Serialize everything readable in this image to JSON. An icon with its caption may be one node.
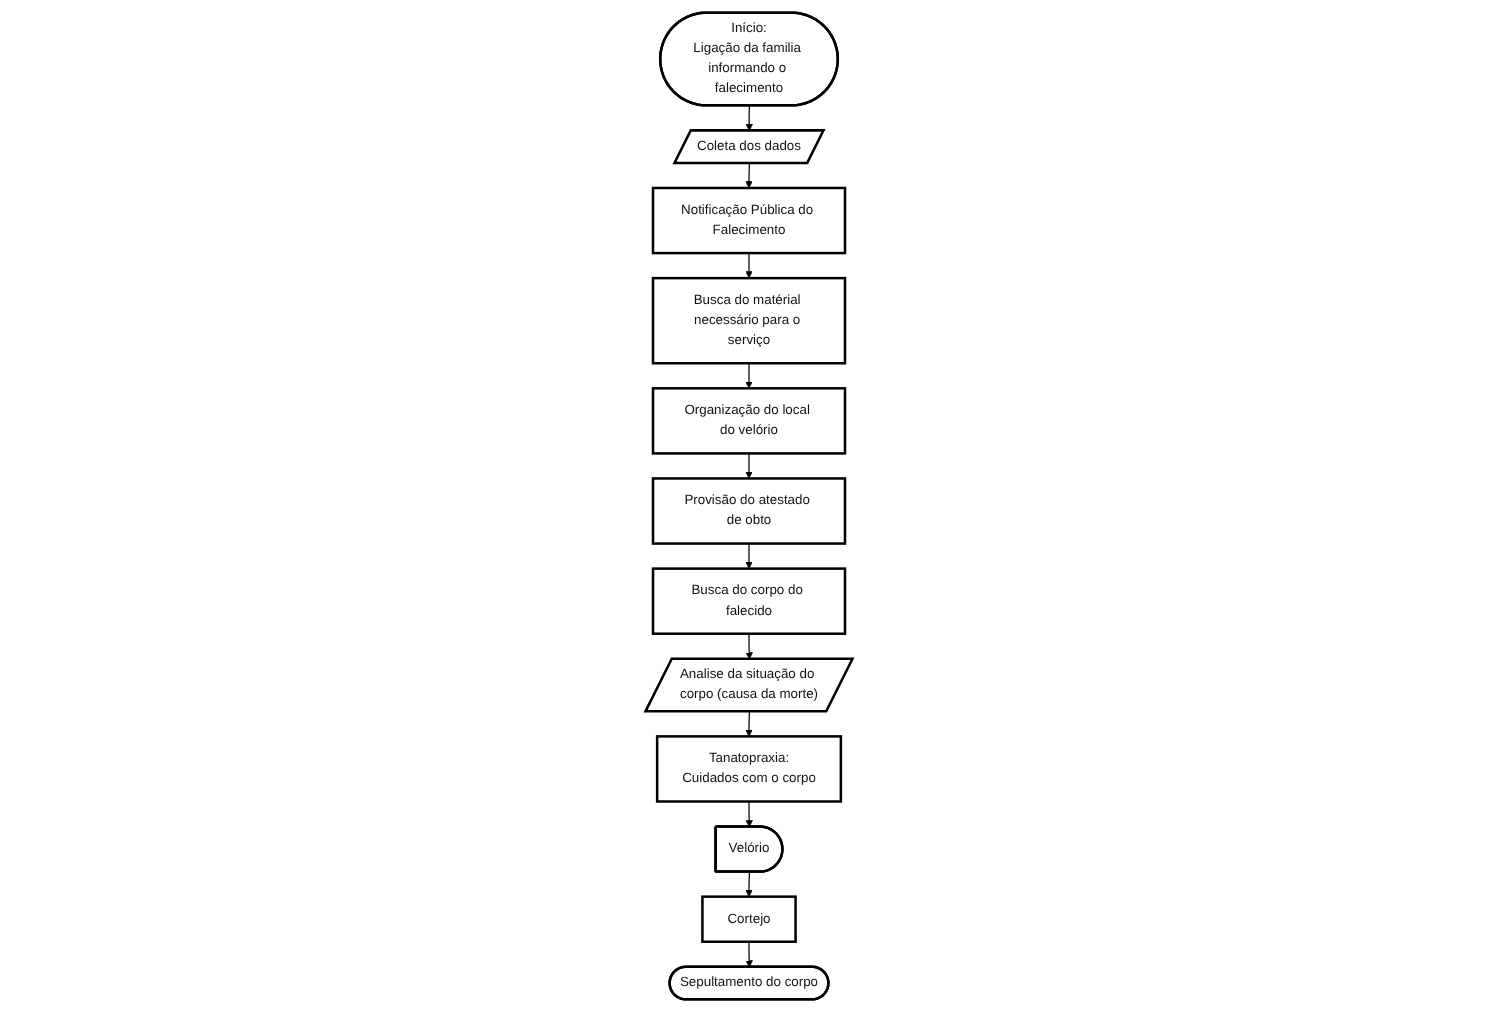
{
  "diagram": {
    "nodes": [
      {
        "text": [
          "Início:",
          "Ligação da familia informando o falecimento"
        ]
      },
      {
        "text": [
          "Coleta dos dados"
        ]
      },
      {
        "text": [
          "Notificação Pública do Falecimento"
        ]
      },
      {
        "text": [
          "Busca do matérial necessário para o serviço"
        ]
      },
      {
        "text": [
          "Organização do local do velório"
        ]
      },
      {
        "text": [
          "Provisão do atestado de obto"
        ]
      },
      {
        "text": [
          "Busca do corpo do falecido"
        ]
      },
      {
        "text": [
          "Analise da situação do corpo (causa da morte)"
        ]
      },
      {
        "text": [
          "Tanatopraxia:",
          "Cuidados com o corpo"
        ]
      },
      {
        "text": [
          "Velório"
        ]
      },
      {
        "text": [
          "Cortejo"
        ]
      },
      {
        "text": [
          "Sepultamento do corpo"
        ]
      }
    ],
    "edges": [
      {
        "from": 0,
        "to": 1,
        "arrow": "to"
      },
      {
        "from": 1,
        "to": 2,
        "arrow": "to"
      },
      {
        "from": 2,
        "to": 3,
        "arrow": "to"
      },
      {
        "from": 3,
        "to": 4,
        "arrow": "to"
      },
      {
        "from": 4,
        "to": 5,
        "arrow": "to"
      },
      {
        "from": 5,
        "to": 6,
        "arrow": "to"
      },
      {
        "from": 6,
        "to": 7,
        "arrow": "to"
      },
      {
        "from": 7,
        "to": 8,
        "arrow": "to"
      },
      {
        "from": 8,
        "to": 9,
        "arrow": "to"
      },
      {
        "from": 9,
        "to": 10,
        "arrow": "to"
      },
      {
        "from": 10,
        "to": 11,
        "arrow": "to"
      }
    ]
  }
}
